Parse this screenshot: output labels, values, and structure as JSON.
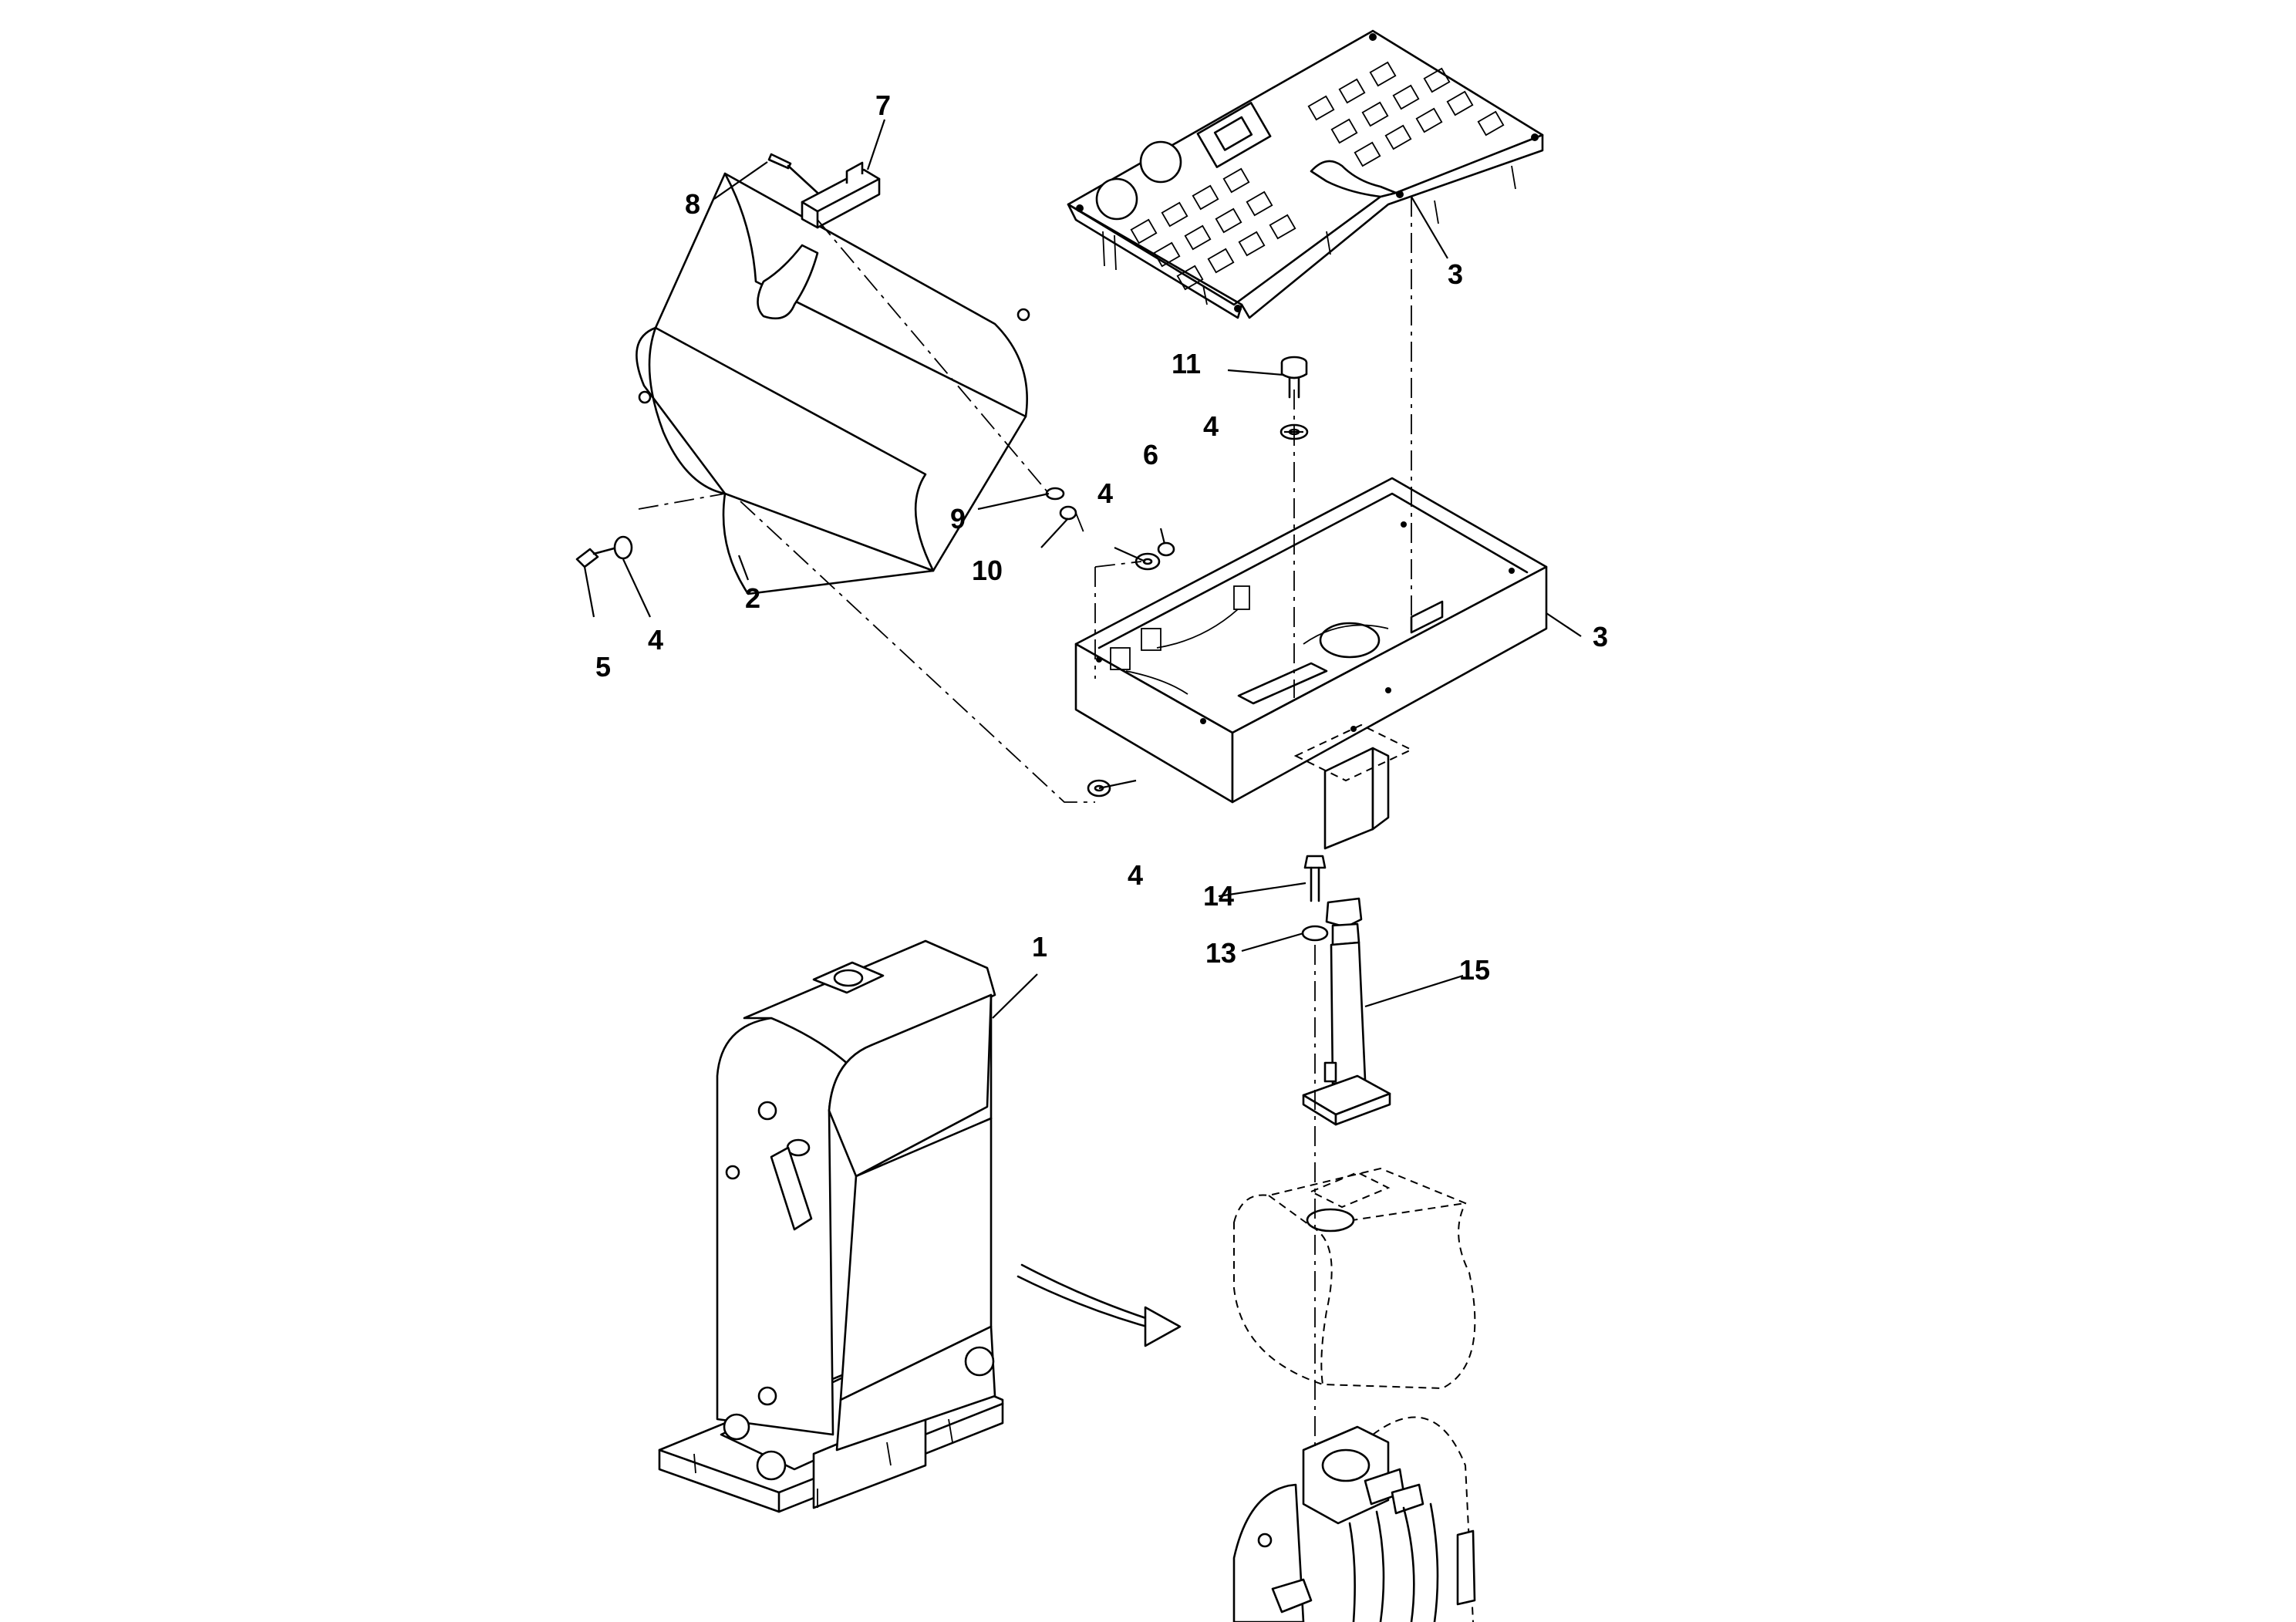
{
  "callouts": {
    "c1": "1",
    "c2": "2",
    "c3a": "3",
    "c3b": "3",
    "c4a": "4",
    "c4b": "4",
    "c4c": "4",
    "c4d": "4",
    "c5": "5",
    "c6": "6",
    "c7": "7",
    "c8": "8",
    "c9": "9",
    "c10": "10",
    "c11": "11",
    "c13": "13",
    "c14": "14",
    "c15": "15"
  }
}
